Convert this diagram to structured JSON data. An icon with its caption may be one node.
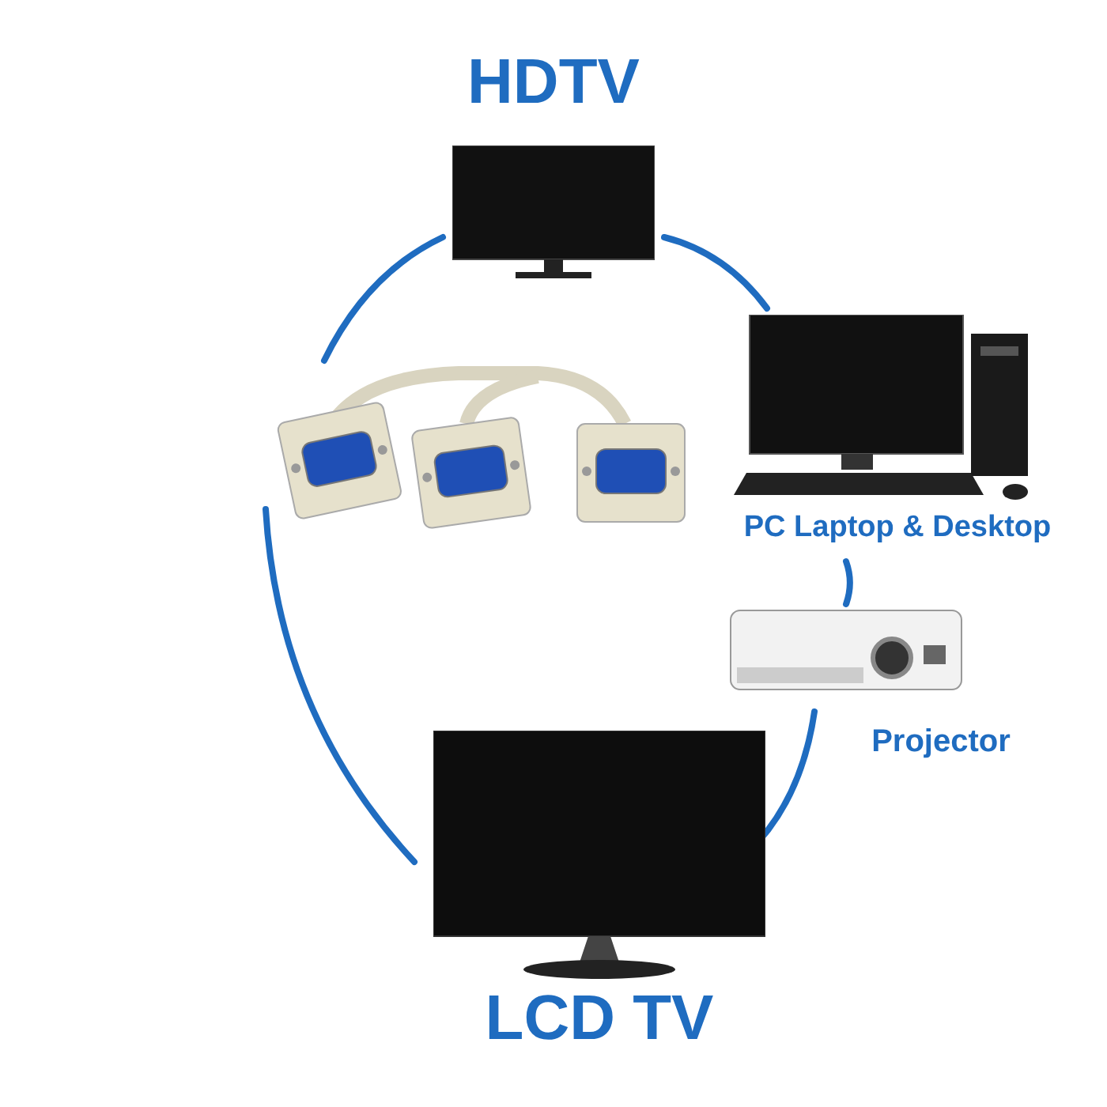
{
  "diagram": {
    "nodes": [
      {
        "text": [
          "HDTV"
        ]
      },
      {
        "text": [
          "PC Laptop & Desktop"
        ]
      },
      {
        "text": [
          "Projector"
        ]
      },
      {
        "text": [
          "LCD TV"
        ]
      },
      {
        "text": [],
        "shape": "picture"
      }
    ],
    "edges": [
      {
        "from": 0,
        "to": 1,
        "arrow": "none"
      },
      {
        "from": 1,
        "to": 2,
        "arrow": "none"
      },
      {
        "from": 2,
        "to": 3,
        "arrow": "none"
      },
      {
        "from": 3,
        "to": 4,
        "arrow": "none"
      },
      {
        "from": 4,
        "to": 0,
        "arrow": "none"
      }
    ]
  }
}
